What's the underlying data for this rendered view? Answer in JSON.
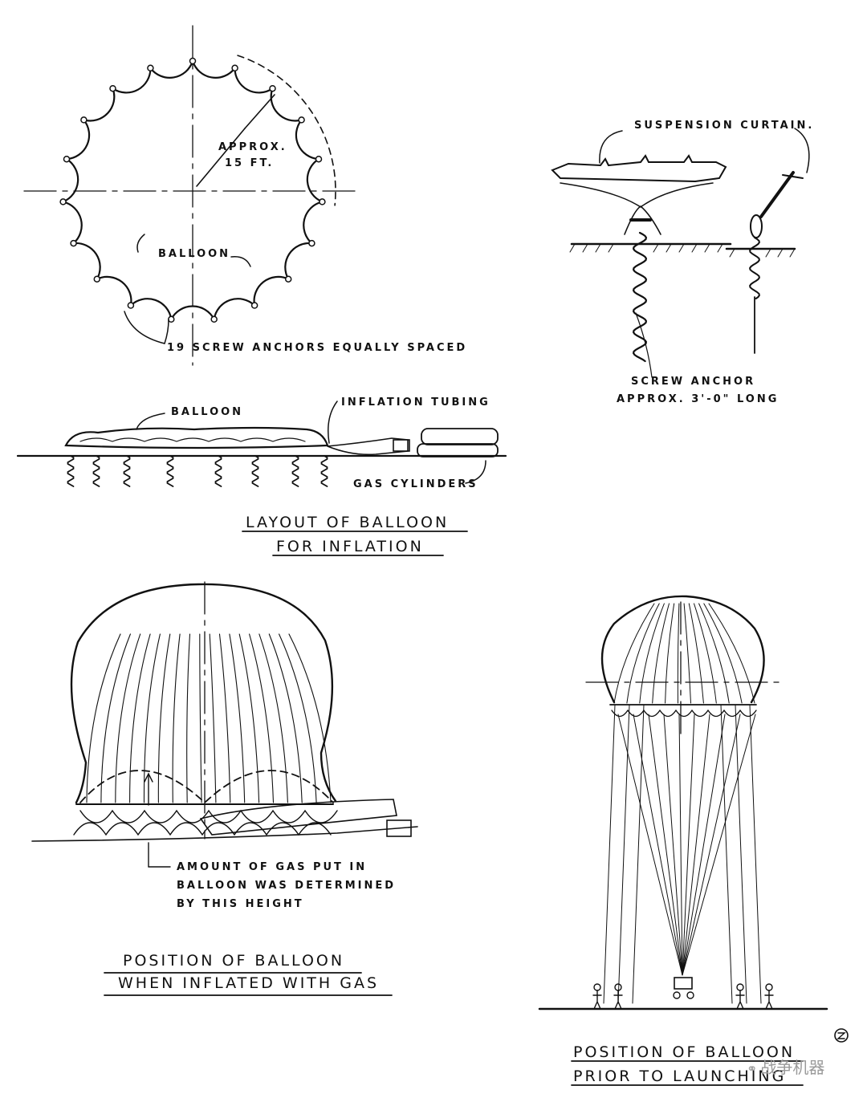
{
  "panels": {
    "anchor_layout": {
      "approx_label_1": "APPROX.",
      "approx_label_2": "15 FT.",
      "balloon_label": "BALLOON",
      "anchors_label": "19 SCREW ANCHORS EQUALLY SPACED"
    },
    "suspension": {
      "curtain_label": "SUSPENSION CURTAIN.",
      "anchor_label_1": "SCREW ANCHOR",
      "anchor_label_2": "APPROX. 3'-0\" LONG"
    },
    "inflation_layout": {
      "balloon_label": "BALLOON",
      "tubing_label": "INFLATION TUBING",
      "cylinders_label": "GAS CYLINDERS",
      "title_line_1": "LAYOUT OF BALLOON",
      "title_line_2": "FOR INFLATION"
    },
    "inflated": {
      "note_line_1": "AMOUNT OF GAS PUT IN",
      "note_line_2": "BALLOON WAS DETERMINED",
      "note_line_3": "BY THIS HEIGHT",
      "title_line_1": "POSITION OF BALLOON",
      "title_line_2": "WHEN INFLATED WITH GAS"
    },
    "launch": {
      "title_line_1": "POSITION OF BALLOON",
      "title_line_2": "PRIOR TO LAUNCHING"
    }
  },
  "watermark": {
    "text": "战争机器"
  },
  "colors": {
    "ink": "#111111",
    "paper": "#ffffff",
    "watermark": "#9a9a9a"
  }
}
